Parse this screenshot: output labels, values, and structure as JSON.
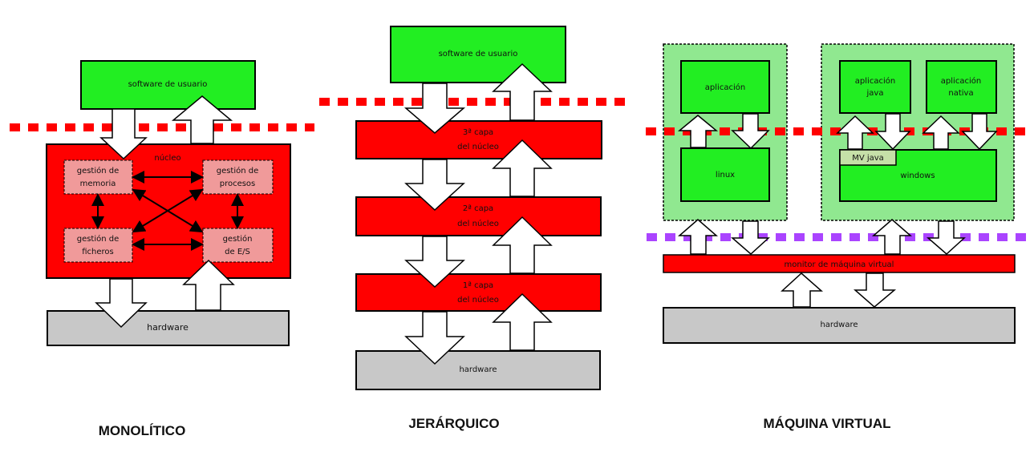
{
  "colors": {
    "green": "#22ee22",
    "light_green": "#90e890",
    "red": "#ff0000",
    "pink": "#f09a9a",
    "gray": "#c8c8c8",
    "divider_red": "#ff0000",
    "divider_purple": "#aa44ff",
    "mv_java_box": "#c6e0a8"
  },
  "monolithic": {
    "title": "MONOLÍTICO",
    "user_software": "software de usuario",
    "kernel": "núcleo",
    "memory_mgmt": [
      "gestión de",
      "memoria"
    ],
    "process_mgmt": [
      "gestión de",
      "procesos"
    ],
    "file_mgmt": [
      "gestión de",
      "ficheros"
    ],
    "io_mgmt": [
      "gestión",
      "de E/S"
    ],
    "hardware": "hardware"
  },
  "hierarchical": {
    "title": "JERÁRQUICO",
    "user_software": "software de usuario",
    "layer3": [
      "3ª capa",
      "del núcleo"
    ],
    "layer2": [
      "2ª capa",
      "del núcleo"
    ],
    "layer1": [
      "1ª capa",
      "del núcleo"
    ],
    "hardware": "hardware"
  },
  "virtual_machine": {
    "title": "MÁQUINA VIRTUAL",
    "app": "aplicación",
    "linux": "linux",
    "java_app": [
      "aplicación",
      "java"
    ],
    "native_app": [
      "aplicación",
      "nativa"
    ],
    "mv_java": "MV java",
    "windows": "windows",
    "monitor": "monitor de máquina virtual",
    "hardware": "hardware"
  }
}
